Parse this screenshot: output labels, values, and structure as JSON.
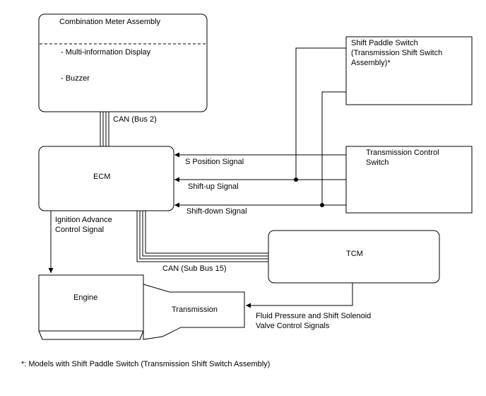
{
  "combination_meter": {
    "title": "Combination Meter Assembly",
    "item1": "- Multi-information Display",
    "item2": "- Buzzer"
  },
  "shift_paddle_switch": {
    "line1": "Shift Paddle Switch",
    "line2": "(Transmission Shift Switch",
    "line3": "Assembly)*"
  },
  "transmission_control_switch": {
    "line1": "Transmission Control",
    "line2": "Switch"
  },
  "ecm": {
    "label": "ECM"
  },
  "tcm": {
    "label": "TCM"
  },
  "engine": {
    "label": "Engine"
  },
  "transmission": {
    "label": "Transmission"
  },
  "signals": {
    "can_bus2": "CAN (Bus 2)",
    "s_position": "S Position Signal",
    "shift_up": "Shift-up Signal",
    "shift_down": "Shift-down Signal",
    "ignition_line1": "Ignition Advance",
    "ignition_line2": "Control Signal",
    "can_sub_bus15": "CAN (Sub Bus 15)",
    "fluid_line1": "Fluid Pressure and Shift Solenoid",
    "fluid_line2": "Valve Control Signals"
  },
  "footnote": "*: Models with Shift Paddle Switch (Transmission Shift Switch Assembly)"
}
